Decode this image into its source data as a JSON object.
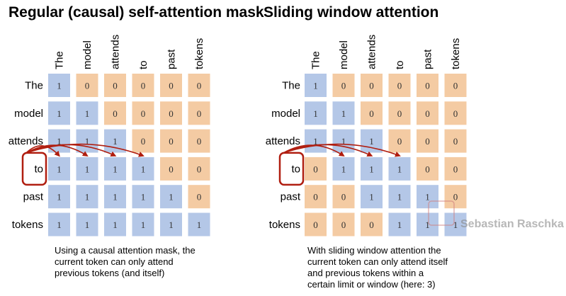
{
  "tokens": [
    "The",
    "model",
    "attends",
    "to",
    "past",
    "tokens"
  ],
  "colors": {
    "one": "#b4c7e7",
    "zero": "#f4cba3",
    "arrow": "#b01e10",
    "focus_box": "#b01e10"
  },
  "focus_token": "to",
  "panels": [
    {
      "title": "Regular (causal) self-attention mask",
      "matrix": [
        [
          1,
          0,
          0,
          0,
          0,
          0
        ],
        [
          1,
          1,
          0,
          0,
          0,
          0
        ],
        [
          1,
          1,
          1,
          0,
          0,
          0
        ],
        [
          1,
          1,
          1,
          1,
          0,
          0
        ],
        [
          1,
          1,
          1,
          1,
          1,
          0
        ],
        [
          1,
          1,
          1,
          1,
          1,
          1
        ]
      ],
      "caption": [
        "Using a causal attention mask, the",
        "current token can only attend",
        "previous tokens (and itself)"
      ]
    },
    {
      "title": "Sliding window attention",
      "matrix": [
        [
          1,
          0,
          0,
          0,
          0,
          0
        ],
        [
          1,
          1,
          0,
          0,
          0,
          0
        ],
        [
          1,
          1,
          1,
          0,
          0,
          0
        ],
        [
          0,
          1,
          1,
          1,
          0,
          0
        ],
        [
          0,
          0,
          1,
          1,
          1,
          0
        ],
        [
          0,
          0,
          0,
          1,
          1,
          1
        ]
      ],
      "caption": [
        "With sliding window attention the",
        "current token can only attend itself",
        "and previous tokens within a",
        "certain limit or window (here: 3)"
      ]
    }
  ],
  "watermark": "Sebastian Raschka"
}
